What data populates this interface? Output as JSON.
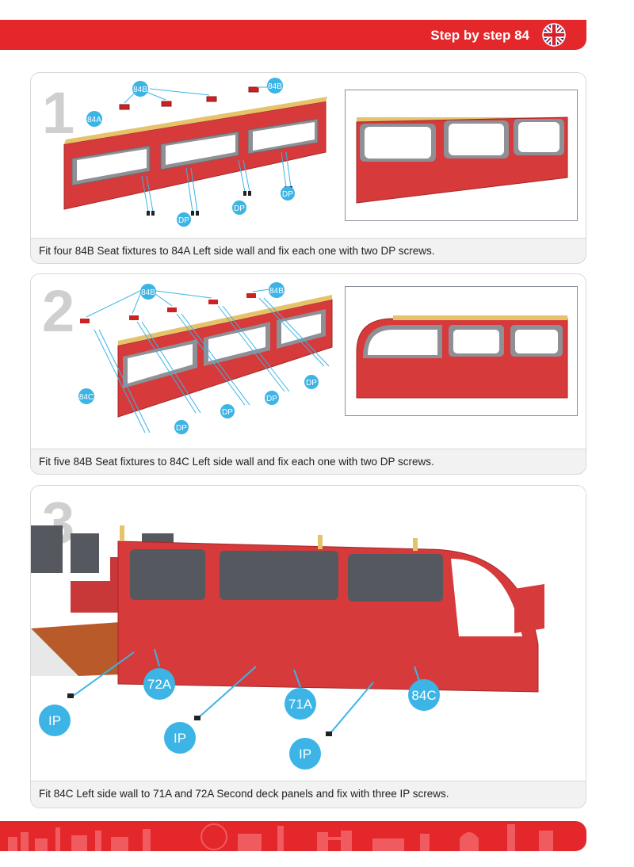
{
  "header": {
    "title": "Step by step 84",
    "flag_icon": "uk-flag-icon",
    "accent": "#e3272a"
  },
  "steps": [
    {
      "number": "1",
      "caption": "Fit four 84B Seat fixtures to 84A Left side wall and fix each one with two DP screws.",
      "labels": {
        "seat_fixture": "84B",
        "wall": "84A",
        "screw": "DP"
      }
    },
    {
      "number": "2",
      "caption": "Fit five 84B Seat fixtures to 84C Left side wall and fix each one with two DP screws.",
      "labels": {
        "seat_fixture": "84B",
        "wall": "84C",
        "screw": "DP"
      }
    },
    {
      "number": "3",
      "caption": "Fit 84C Left side wall to 71A and 72A Second deck panels and fix with three IP screws.",
      "labels": {
        "panel_a": "72A",
        "panel_b": "71A",
        "wall": "84C",
        "screw": "IP"
      }
    }
  ],
  "colors": {
    "bubble": "#3cb4e6",
    "part_red": "#d63a3a",
    "frame_grey": "#8e9096",
    "step_number": "#cfcfcf"
  }
}
